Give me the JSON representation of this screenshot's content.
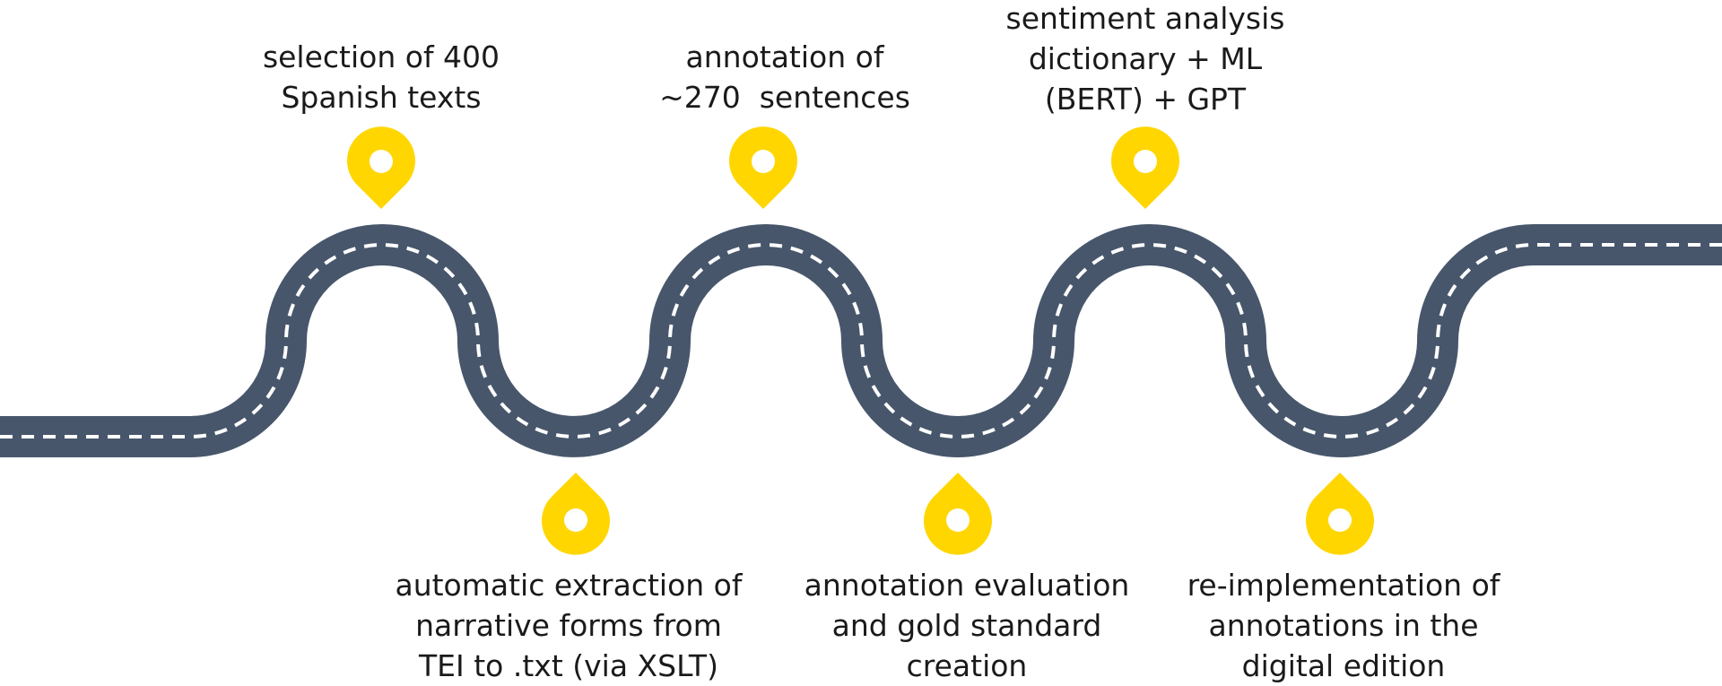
{
  "colors": {
    "road": "#47566b",
    "lane_marking": "#ffffff",
    "pin": "#ffd600",
    "pin_hole": "#ffffff",
    "text": "#1a1a1a"
  },
  "steps": [
    {
      "id": "step-1",
      "position": "top",
      "lines": [
        "selection of 400",
        "Spanish texts"
      ]
    },
    {
      "id": "step-2",
      "position": "bottom",
      "lines": [
        "automatic extraction of",
        "narrative forms from",
        "TEI to .txt (via XSLT)"
      ]
    },
    {
      "id": "step-3",
      "position": "top",
      "lines": [
        "annotation of",
        "~270  sentences"
      ]
    },
    {
      "id": "step-4",
      "position": "bottom",
      "lines": [
        "annotation evaluation",
        "and gold standard",
        "creation"
      ]
    },
    {
      "id": "step-5",
      "position": "top",
      "lines": [
        "sentiment analysis",
        "dictionary + ML",
        "(BERT) + GPT"
      ]
    },
    {
      "id": "step-6",
      "position": "bottom",
      "lines": [
        "re-implementation of",
        "annotations in the",
        "digital edition"
      ]
    }
  ]
}
